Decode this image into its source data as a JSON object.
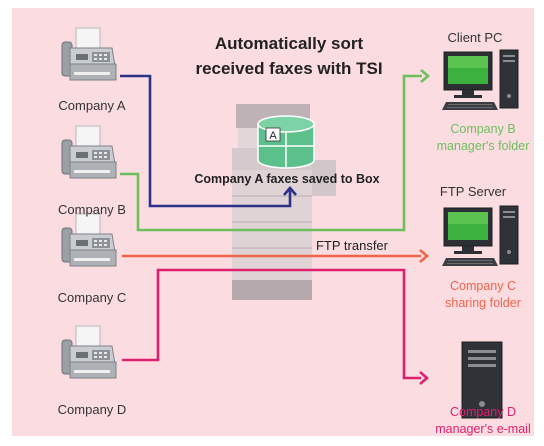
{
  "title": {
    "line1": "Automatically sort",
    "line2": "received faxes with TSI"
  },
  "senders": [
    {
      "label": "Company A",
      "icon": "fax-machine-icon"
    },
    {
      "label": "Company B",
      "icon": "fax-machine-icon"
    },
    {
      "label": "Company C",
      "icon": "fax-machine-icon"
    },
    {
      "label": "Company D",
      "icon": "fax-machine-icon"
    }
  ],
  "mfp": {
    "icon": "multifunction-printer-icon",
    "box_letter": "A",
    "box_caption": "Company A faxes saved to Box"
  },
  "destinations": [
    {
      "heading": "Client PC",
      "caption_line1": "Company B",
      "caption_line2": "manager's folder",
      "color": "#6cbf5a",
      "icon": "desktop-computer-icon"
    },
    {
      "heading": "FTP Server",
      "caption_line1": "Company C",
      "caption_line2": "sharing folder",
      "color": "#f0644a",
      "icon": "server-computer-icon"
    },
    {
      "heading": "",
      "caption_line1": "Company D",
      "caption_line2": "manager's e-mail",
      "color": "#e0206e",
      "icon": "tower-server-icon"
    }
  ],
  "ftp_transfer_label": "FTP transfer",
  "colors": {
    "background": "#fbdde1",
    "route_company_a": "#2c3289",
    "route_company_b": "#6cbf5a",
    "route_company_c": "#f0644a",
    "route_company_d": "#e0206e",
    "box_accent": "#5cc08c"
  }
}
